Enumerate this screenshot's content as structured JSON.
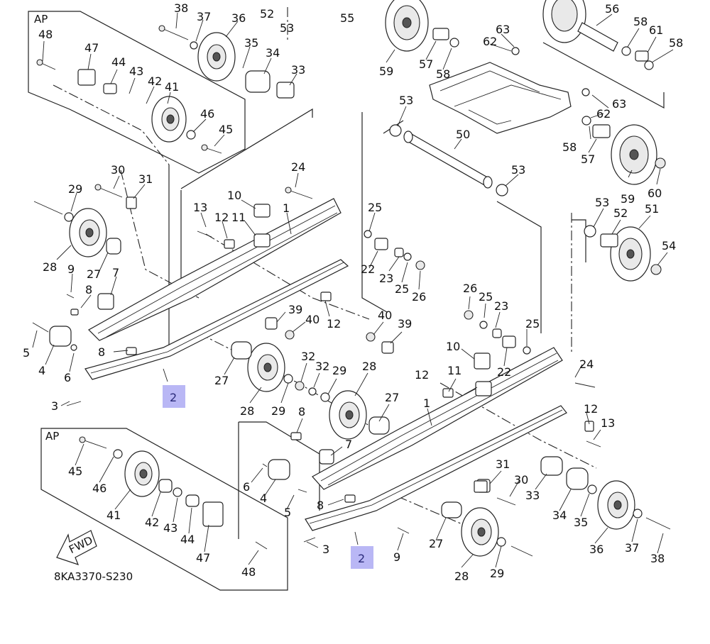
{
  "diagram": {
    "drawing_code": "8KA3370-S230",
    "ap_label": "AP",
    "fwd_label": "FWD",
    "highlighted_part": "2",
    "highlight_color": "#b9b7f5",
    "callouts": {
      "c38a": "38",
      "c37a": "37",
      "c36a": "36",
      "c52a": "52",
      "c53a": "53",
      "c55": "55",
      "c56": "56",
      "c58a": "58",
      "c61": "61",
      "c58b": "58",
      "c63a": "63",
      "c62a": "62",
      "c57a": "57",
      "c58c": "58",
      "c59a": "59",
      "c48a": "48",
      "c47a": "47",
      "c44a": "44",
      "c43a": "43",
      "c42a": "42",
      "c41a": "41",
      "c46a": "46",
      "c45a": "45",
      "c35a": "35",
      "c34a": "34",
      "c33a": "33",
      "c53b": "53",
      "c50": "50",
      "c63b": "63",
      "c62b": "62",
      "c58d": "58",
      "c57b": "57",
      "c59b": "59",
      "c60": "60",
      "c53c": "53",
      "c53d": "53",
      "c52b": "52",
      "c51": "51",
      "c54": "54",
      "c30a": "30",
      "c31a": "31",
      "c29a": "29",
      "c24a": "24",
      "c10a": "10",
      "c13a": "13",
      "c12a": "12",
      "c11a": "11",
      "c1a": "1",
      "c25a": "25",
      "c28a": "28",
      "c27a": "27",
      "c9a": "9",
      "c7a": "7",
      "c8a": "8",
      "c22a": "22",
      "c23a": "23",
      "c25b": "25",
      "c26a": "26",
      "c5a": "5",
      "c4a": "4",
      "c6a": "6",
      "c8b": "8",
      "c39a": "39",
      "c40a": "40",
      "c12b": "12",
      "c2a": "2",
      "c3a": "3",
      "c27b": "27",
      "c28b": "28",
      "c29b": "29",
      "c32a": "32",
      "c32b": "32",
      "c29c": "29",
      "c28c": "28",
      "c40b": "40",
      "c39b": "39",
      "c26b": "26",
      "c25c": "25",
      "c23b": "23",
      "c25d": "25",
      "c10b": "10",
      "c22b": "22",
      "c24b": "24",
      "c12c": "12",
      "c11b": "11",
      "c1b": "1",
      "c27c": "27",
      "c12d": "12",
      "c13b": "13",
      "c8c": "8",
      "c7b": "7",
      "c6b": "6",
      "c4b": "4",
      "c5b": "5",
      "c8d": "8",
      "c3b": "3",
      "c2b": "2",
      "c9b": "9",
      "c27d": "27",
      "c28d": "28",
      "c29d": "29",
      "c31b": "31",
      "c30b": "30",
      "c33b": "33",
      "c34b": "34",
      "c35b": "35",
      "c36b": "36",
      "c37b": "37",
      "c38b": "38",
      "c45b": "45",
      "c46b": "46",
      "c41b": "41",
      "c42b": "42",
      "c43b": "43",
      "c44b": "44",
      "c47b": "47",
      "c48b": "48"
    }
  }
}
